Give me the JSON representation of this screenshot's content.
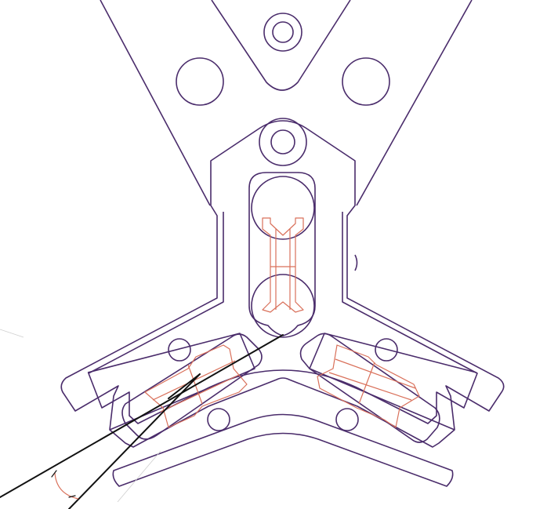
{
  "drawing": {
    "type": "cad-line-drawing",
    "colors": {
      "outline": "#4a2c6b",
      "detail": "#d9705a",
      "construction": "#111111",
      "background": "#ffffff"
    },
    "parts": [
      "top-v-bracket",
      "y-shaped-base-plate",
      "slot-inserts",
      "mounting-holes",
      "angle-construction-lines"
    ]
  }
}
